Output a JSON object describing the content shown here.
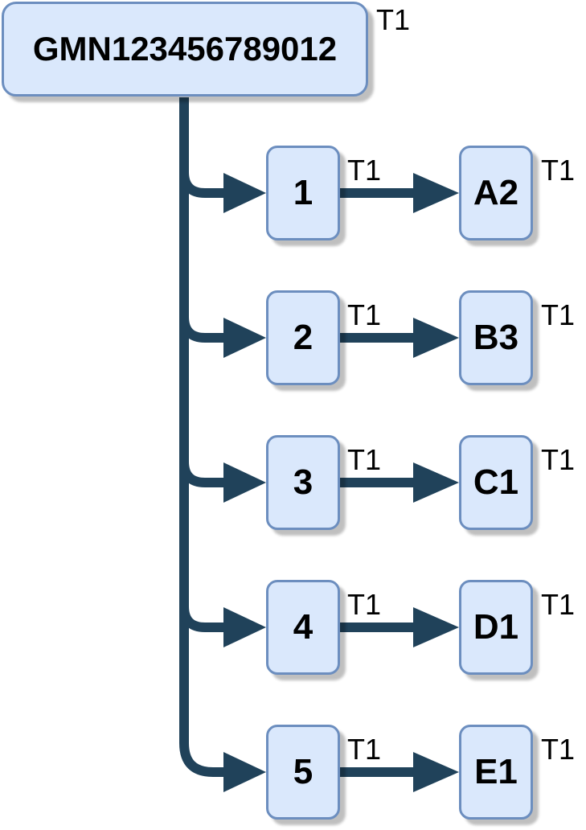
{
  "colors": {
    "canvas": "#ffffff",
    "node_fill": "#dae8fc",
    "node_stroke": "#6c8ebf",
    "connector": "#20425a",
    "label_text": "#000000"
  },
  "root": {
    "label": "GMN123456789012",
    "tag": "T1"
  },
  "rows": [
    {
      "child": "1",
      "child_tag": "T1",
      "target": "A2",
      "target_tag": "T1"
    },
    {
      "child": "2",
      "child_tag": "T1",
      "target": "B3",
      "target_tag": "T1"
    },
    {
      "child": "3",
      "child_tag": "T1",
      "target": "C1",
      "target_tag": "T1"
    },
    {
      "child": "4",
      "child_tag": "T1",
      "target": "D1",
      "target_tag": "T1"
    },
    {
      "child": "5",
      "child_tag": "T1",
      "target": "E1",
      "target_tag": "T1"
    }
  ]
}
